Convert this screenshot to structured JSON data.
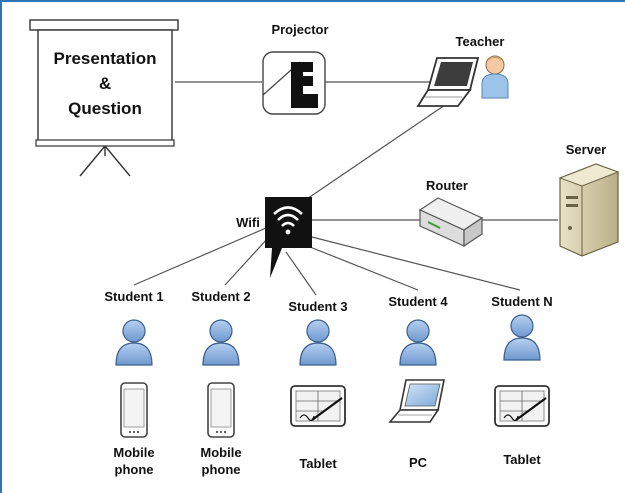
{
  "screen": {
    "line1": "Presentation",
    "line2": "&",
    "line3": "Question"
  },
  "labels": {
    "projector": "Projector",
    "teacher": "Teacher",
    "server": "Server",
    "router": "Router",
    "wifi": "Wifi"
  },
  "students": [
    {
      "name": "Student 1",
      "device_line1": "Mobile",
      "device_line2": "phone",
      "device_icon": "mobile-phone-icon"
    },
    {
      "name": "Student 2",
      "device_line1": "Mobile",
      "device_line2": "phone",
      "device_icon": "mobile-phone-icon"
    },
    {
      "name": "Student 3",
      "device_line1": "Tablet",
      "device_line2": "",
      "device_icon": "tablet-icon"
    },
    {
      "name": "Student 4",
      "device_line1": "PC",
      "device_line2": "",
      "device_icon": "laptop-icon"
    },
    {
      "name": "Student N",
      "device_line1": "Tablet",
      "device_line2": "",
      "device_icon": "tablet-icon"
    }
  ],
  "colors": {
    "frame_border": "#2e75b6",
    "person_fill": "#8fb4e3",
    "person_stroke": "#3a5f8f",
    "wifi_badge": "#111111",
    "line": "#555555"
  }
}
